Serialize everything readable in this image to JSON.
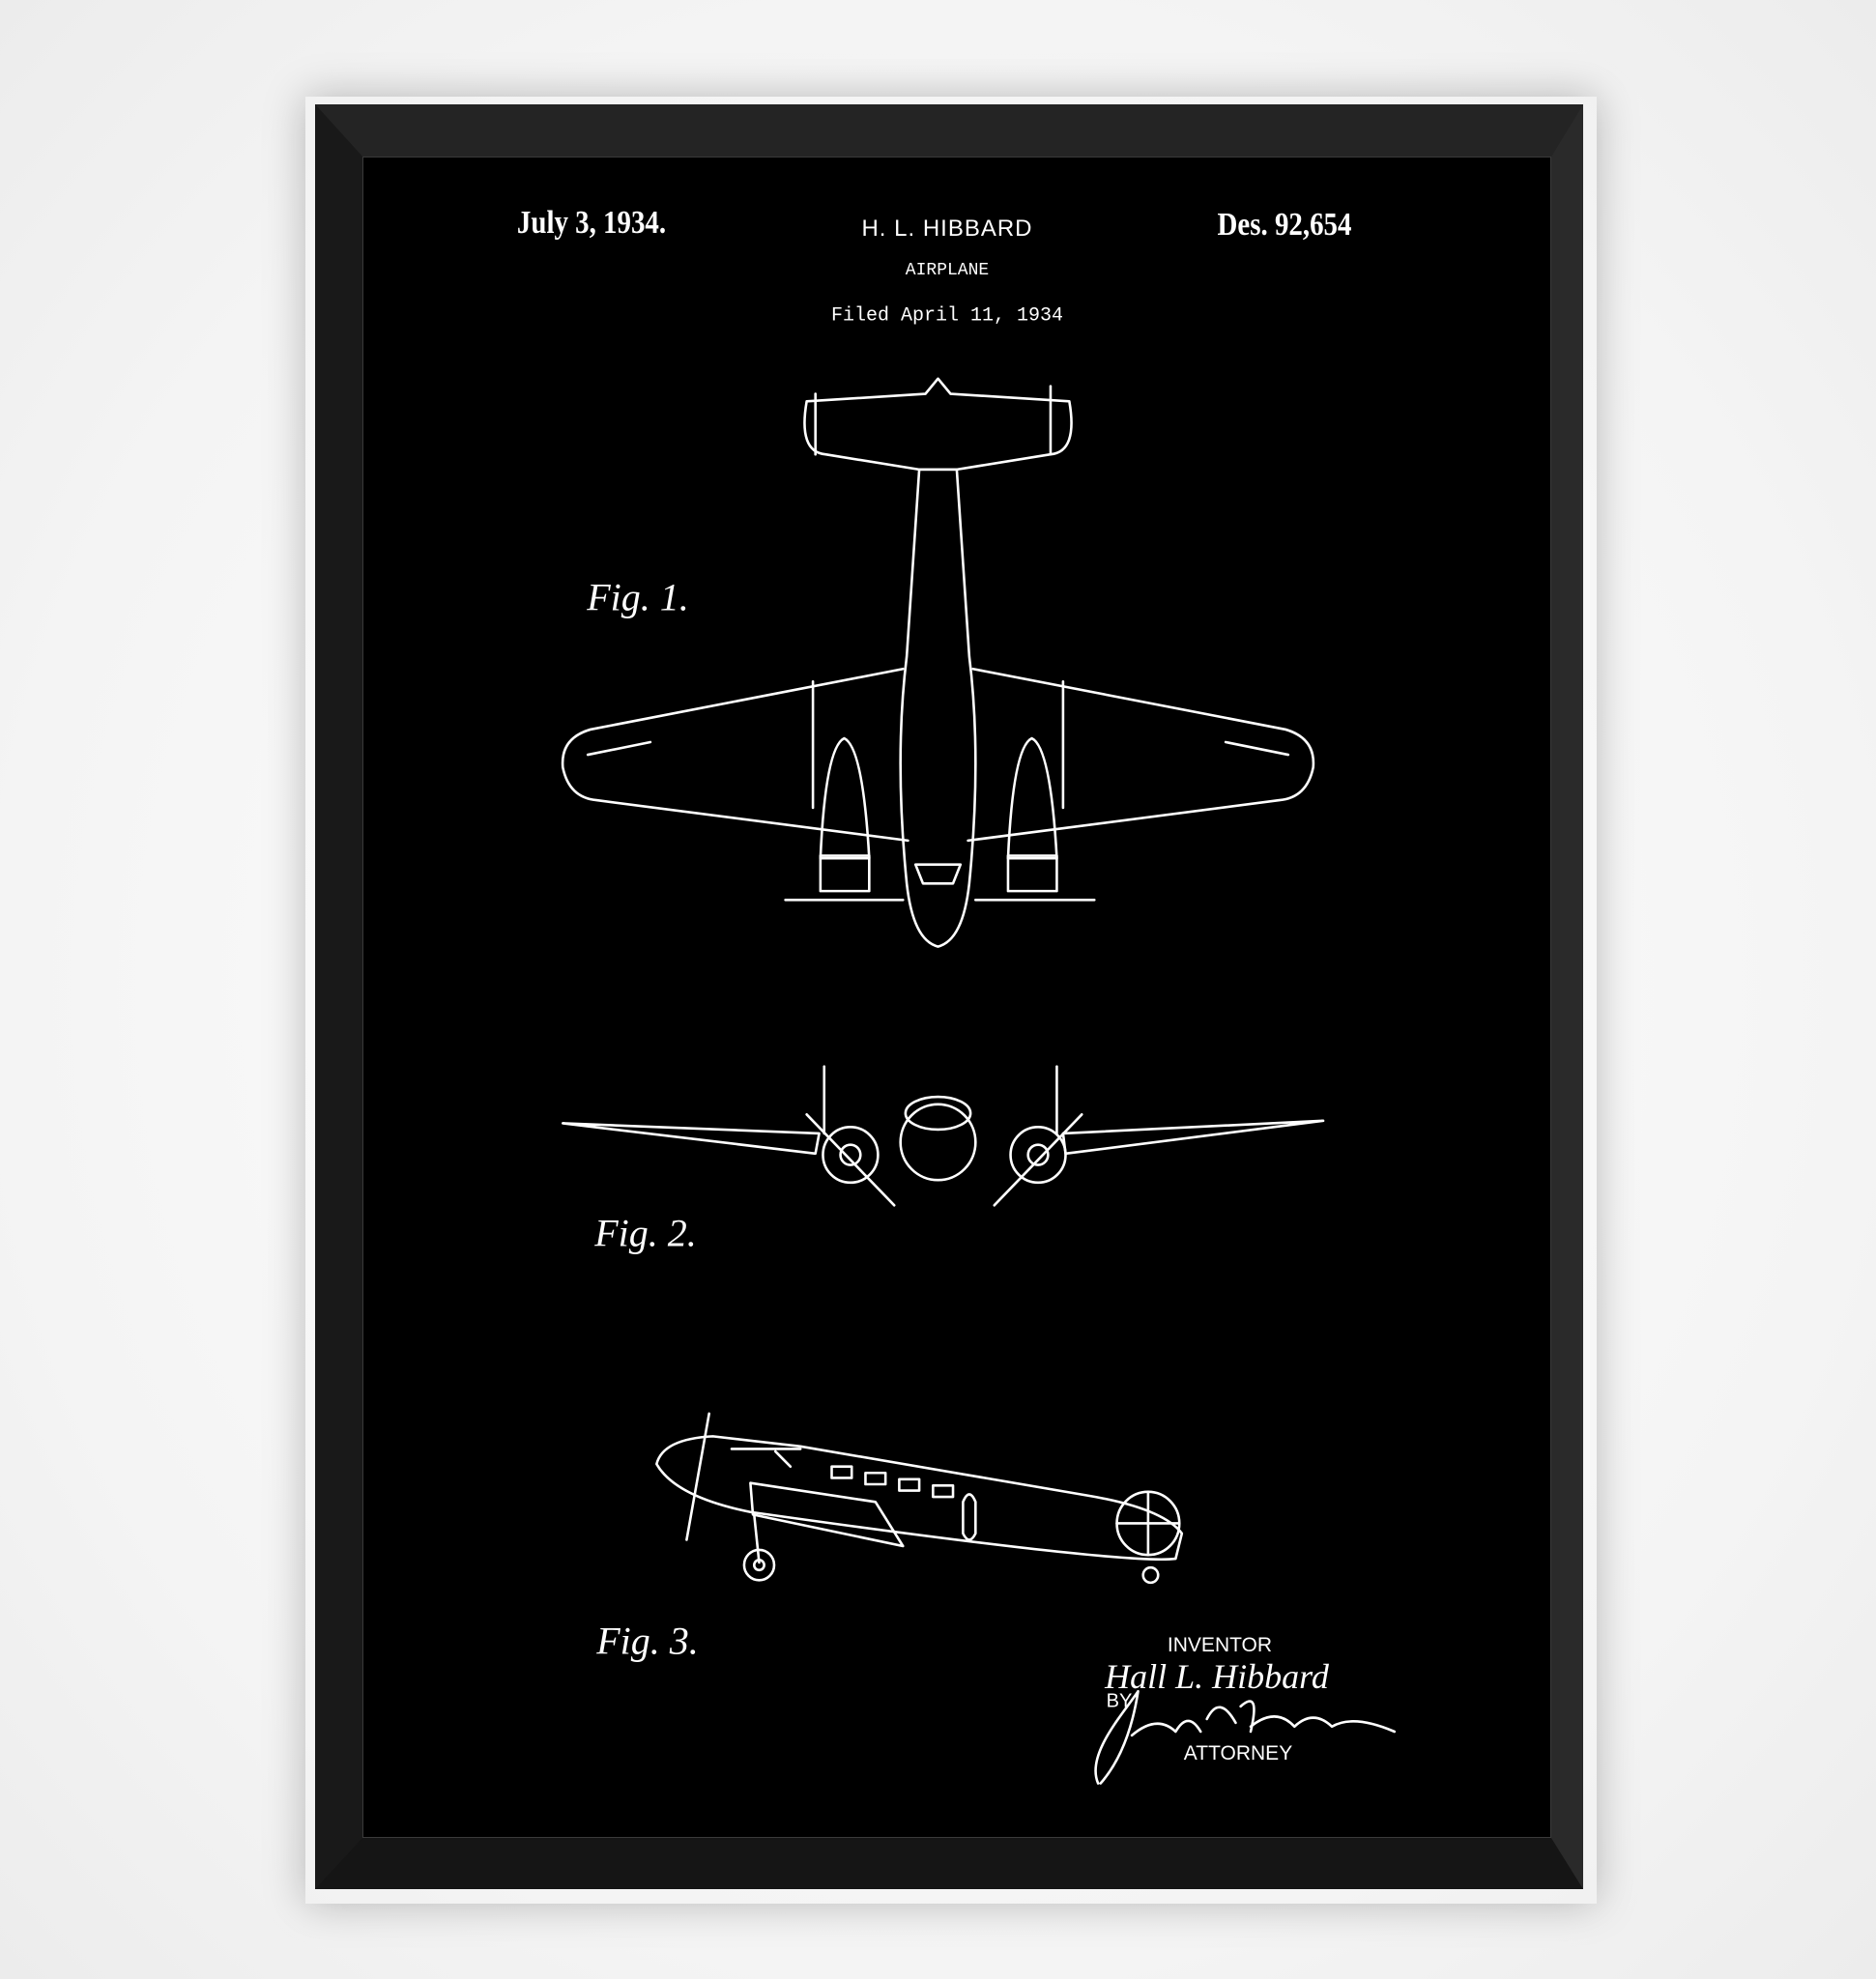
{
  "header": {
    "date": "July 3, 1934.",
    "inventor_short": "H. L. HIBBARD",
    "title": "AIRPLANE",
    "filed": "Filed April 11, 1934",
    "patent_number": "Des. 92,654"
  },
  "figures": {
    "fig1": "Fig. 1.",
    "fig2": "Fig. 2.",
    "fig3": "Fig. 3."
  },
  "signature_block": {
    "inventor_label": "INVENTOR",
    "inventor_name": "Hall L. Hibbard",
    "by_label": "BY",
    "attorney_label": "ATTORNEY"
  },
  "colors": {
    "paper": "#000000",
    "ink": "#ffffff",
    "frame": "#1c1c1c",
    "wall": "#f4f4f4"
  }
}
